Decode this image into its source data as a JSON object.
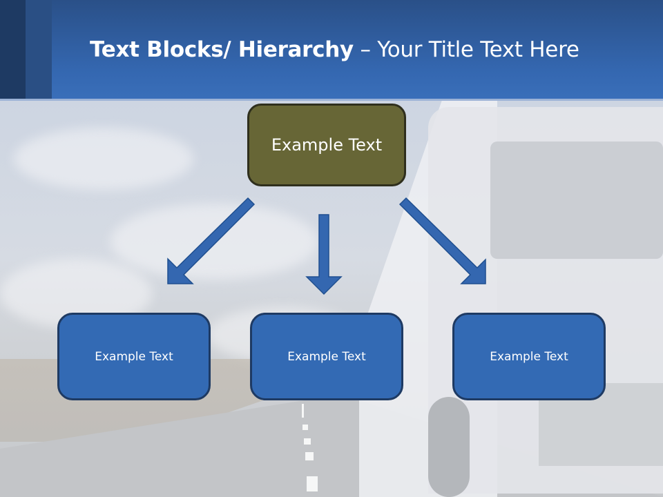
{
  "slide": {
    "title_bold": "Text Blocks/ Hierarchy",
    "title_rest": " – Your Title Text Here",
    "colors": {
      "header_top": "#2a5088",
      "header_bottom": "#3a6fba",
      "top_box_fill": "#676636",
      "top_box_border": "#2f2f1d",
      "child_box_fill": "#336ab4",
      "child_box_border": "#1e3a63",
      "arrow_fill": "#3467b0",
      "arrow_stroke": "#1f4f8f"
    }
  },
  "diagram": {
    "top_node": {
      "label": "Example Text"
    },
    "children": [
      {
        "label": "Example Text"
      },
      {
        "label": "Example Text"
      },
      {
        "label": "Example Text"
      }
    ],
    "arrows": [
      {
        "direction": "down-left"
      },
      {
        "direction": "down"
      },
      {
        "direction": "down-right"
      }
    ]
  },
  "background": {
    "image": "highway-truck-photo"
  }
}
